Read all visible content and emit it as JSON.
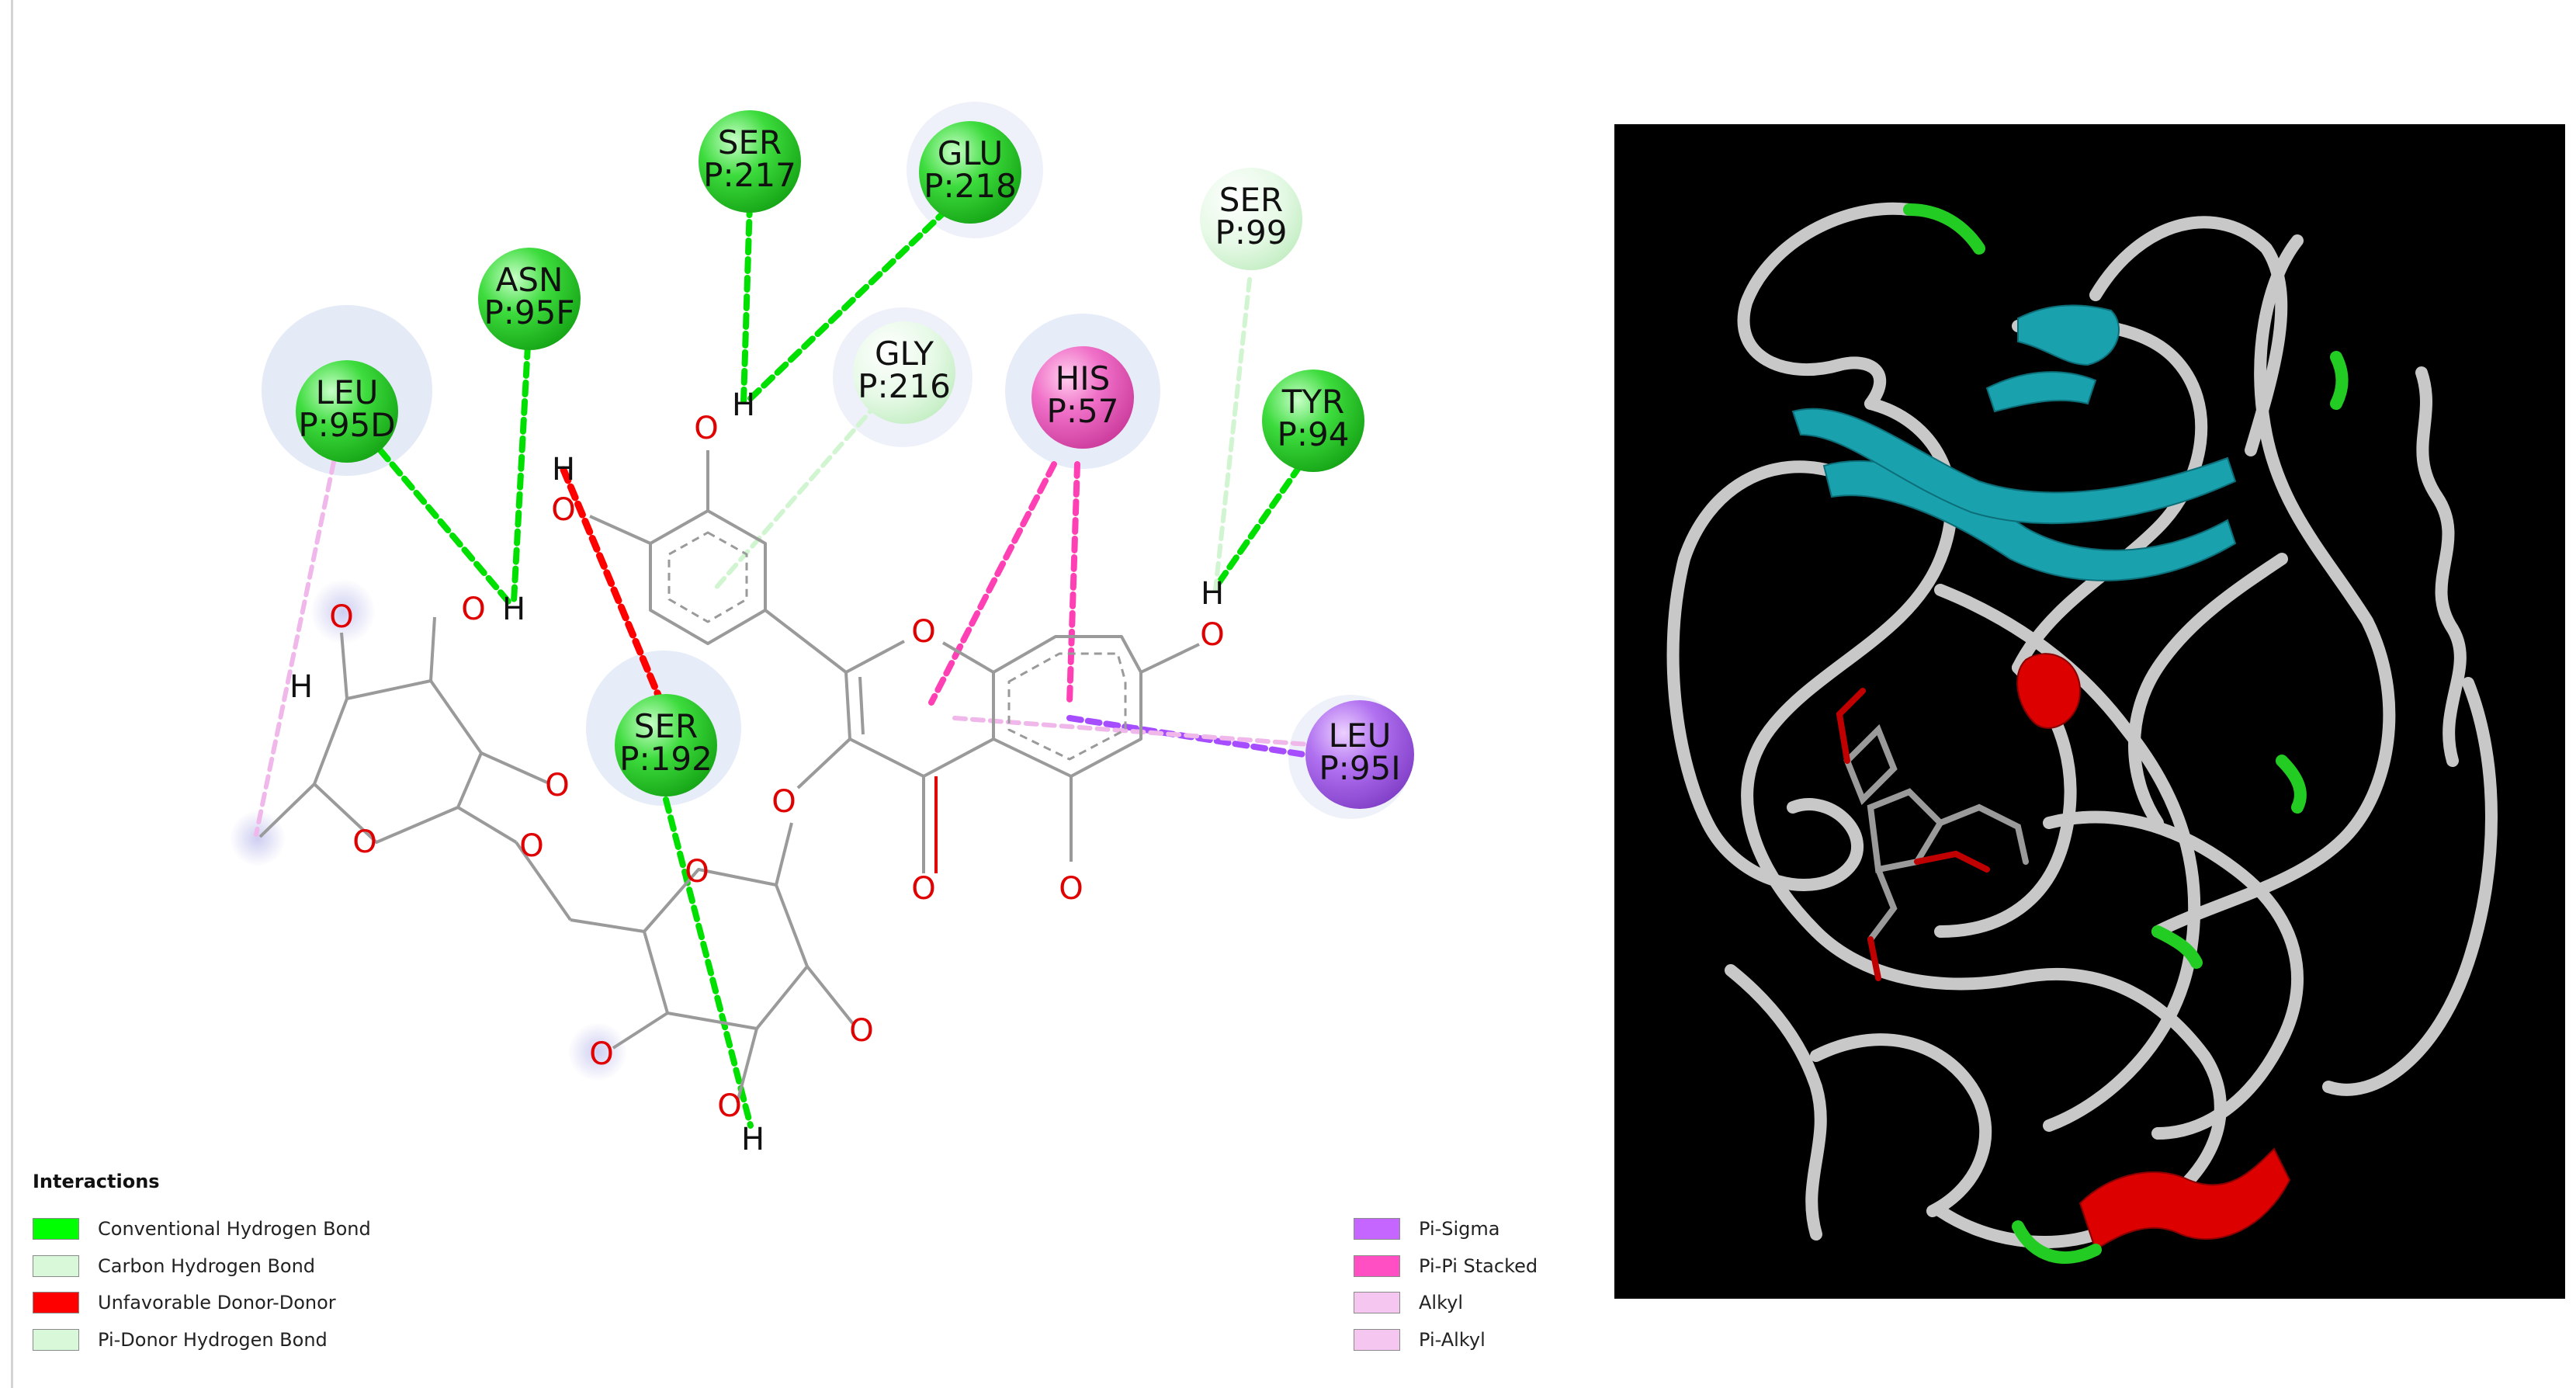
{
  "interactions_title": "Interactions",
  "legend": [
    {
      "label": "Conventional Hydrogen Bond",
      "color": "#00ff00"
    },
    {
      "label": "Carbon Hydrogen Bond",
      "color": "#d9f7d9"
    },
    {
      "label": "Unfavorable Donor-Donor",
      "color": "#ff0000"
    },
    {
      "label": "Pi-Donor Hydrogen Bond",
      "color": "#d9f7d9"
    },
    {
      "label": "Pi-Sigma",
      "color": "#c466ff"
    },
    {
      "label": "Pi-Pi Stacked",
      "color": "#ff4fc3"
    },
    {
      "label": "Alkyl",
      "color": "#f5c6ef"
    },
    {
      "label": "Pi-Alkyl",
      "color": "#f5c6ef"
    }
  ],
  "residues": [
    {
      "name": "SER",
      "id": "P:217",
      "interaction": "Conventional Hydrogen Bond"
    },
    {
      "name": "GLU",
      "id": "P:218",
      "interaction": "Conventional Hydrogen Bond"
    },
    {
      "name": "ASN",
      "id": "P:95F",
      "interaction": "Conventional Hydrogen Bond"
    },
    {
      "name": "LEU",
      "id": "P:95D",
      "interaction": "Conventional Hydrogen Bond"
    },
    {
      "name": "GLY",
      "id": "P:216",
      "interaction": "Carbon Hydrogen Bond"
    },
    {
      "name": "HIS",
      "id": "P:57",
      "interaction": "Pi-Pi Stacked"
    },
    {
      "name": "SER",
      "id": "P:99",
      "interaction": "Carbon Hydrogen Bond"
    },
    {
      "name": "TYR",
      "id": "P:94",
      "interaction": "Conventional Hydrogen Bond"
    },
    {
      "name": "SER",
      "id": "P:192",
      "interaction": "Conventional Hydrogen Bond"
    },
    {
      "name": "LEU",
      "id": "P:95I",
      "interaction": "Pi-Sigma"
    }
  ],
  "atom_labels": {
    "oxygen": "O",
    "hydrogen": "H"
  },
  "colors": {
    "conventional_hbond": "#00e000",
    "carbon_hbond": "#d0f5d0",
    "unfavorable": "#ff0000",
    "pi_sigma": "#a64dff",
    "pi_pi_stacked": "#ff40b4",
    "alkyl": "#f0b8ea",
    "ribbon_coil": "#c8c8c8",
    "ribbon_strand": "#1aa3b0",
    "ribbon_helix": "#dd0000",
    "ribbon_turn": "#22cc22",
    "structure_background": "#000000"
  }
}
